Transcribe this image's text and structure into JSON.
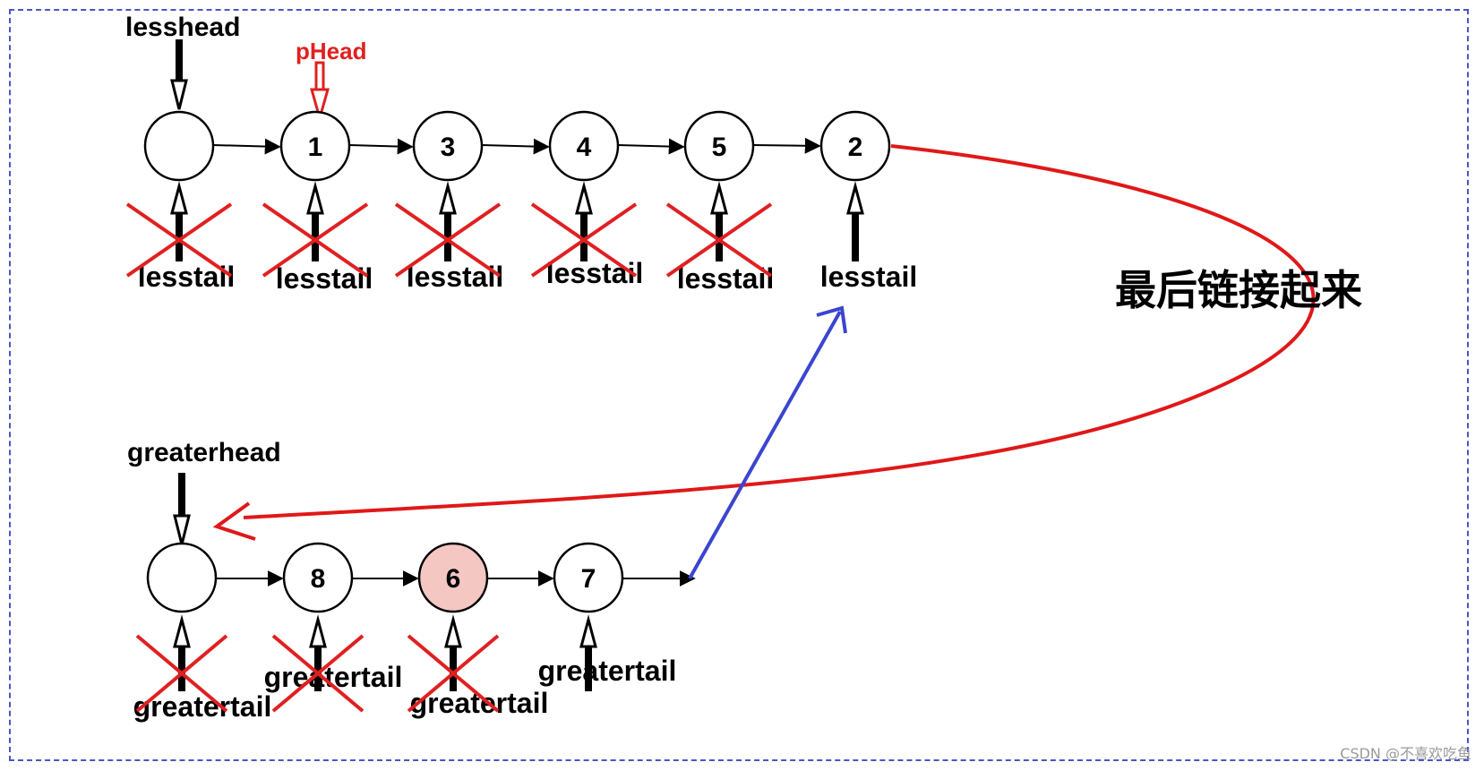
{
  "less_list": {
    "head_label": "lesshead",
    "phead_label": "pHead",
    "nodes": [
      "",
      "1",
      "3",
      "4",
      "5",
      "2"
    ],
    "tail_label": "lesstail"
  },
  "greater_list": {
    "head_label": "greaterhead",
    "nodes": [
      "",
      "8",
      "6",
      "7"
    ],
    "tail_label": "greatertail"
  },
  "annotation": "最后链接起来",
  "watermark": "CSDN @不喜欢吃鱼",
  "colors": {
    "node_stroke": "#000000",
    "highlight_fill": "#f4c7c3",
    "cross_red": "#e02020",
    "curve_red": "#e01818",
    "connector_blue": "#3a45d0",
    "frame_blue": "#4a55c8"
  }
}
